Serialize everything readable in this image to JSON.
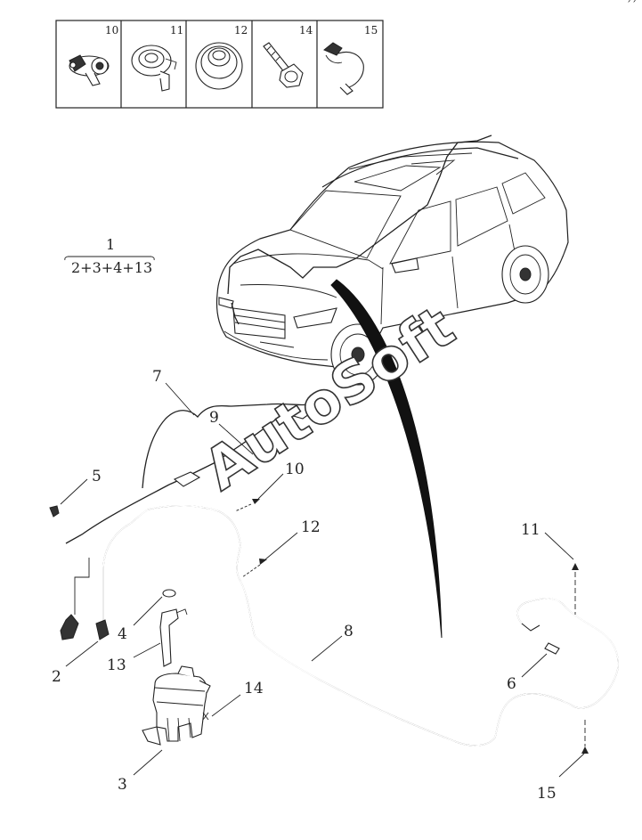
{
  "header_parts": [
    {
      "number": "10",
      "icon": "hose-clip-icon"
    },
    {
      "number": "11",
      "icon": "grommet-clip-icon"
    },
    {
      "number": "12",
      "icon": "rubber-grommet-icon"
    },
    {
      "number": "14",
      "icon": "bolt-icon"
    },
    {
      "number": "15",
      "icon": "hose-clamp-icon"
    }
  ],
  "assembly": {
    "number": "1",
    "components": "2+3+4+13"
  },
  "callouts": {
    "c2": "2",
    "c3": "3",
    "c4": "4",
    "c5": "5",
    "c6": "6",
    "c7": "7",
    "c8": "8",
    "c9": "9",
    "c10": "10",
    "c11": "11",
    "c12": "12",
    "c13": "13",
    "c14": "14",
    "c15": "15"
  },
  "watermark": "AutoSoft",
  "corner_mark": "´´"
}
